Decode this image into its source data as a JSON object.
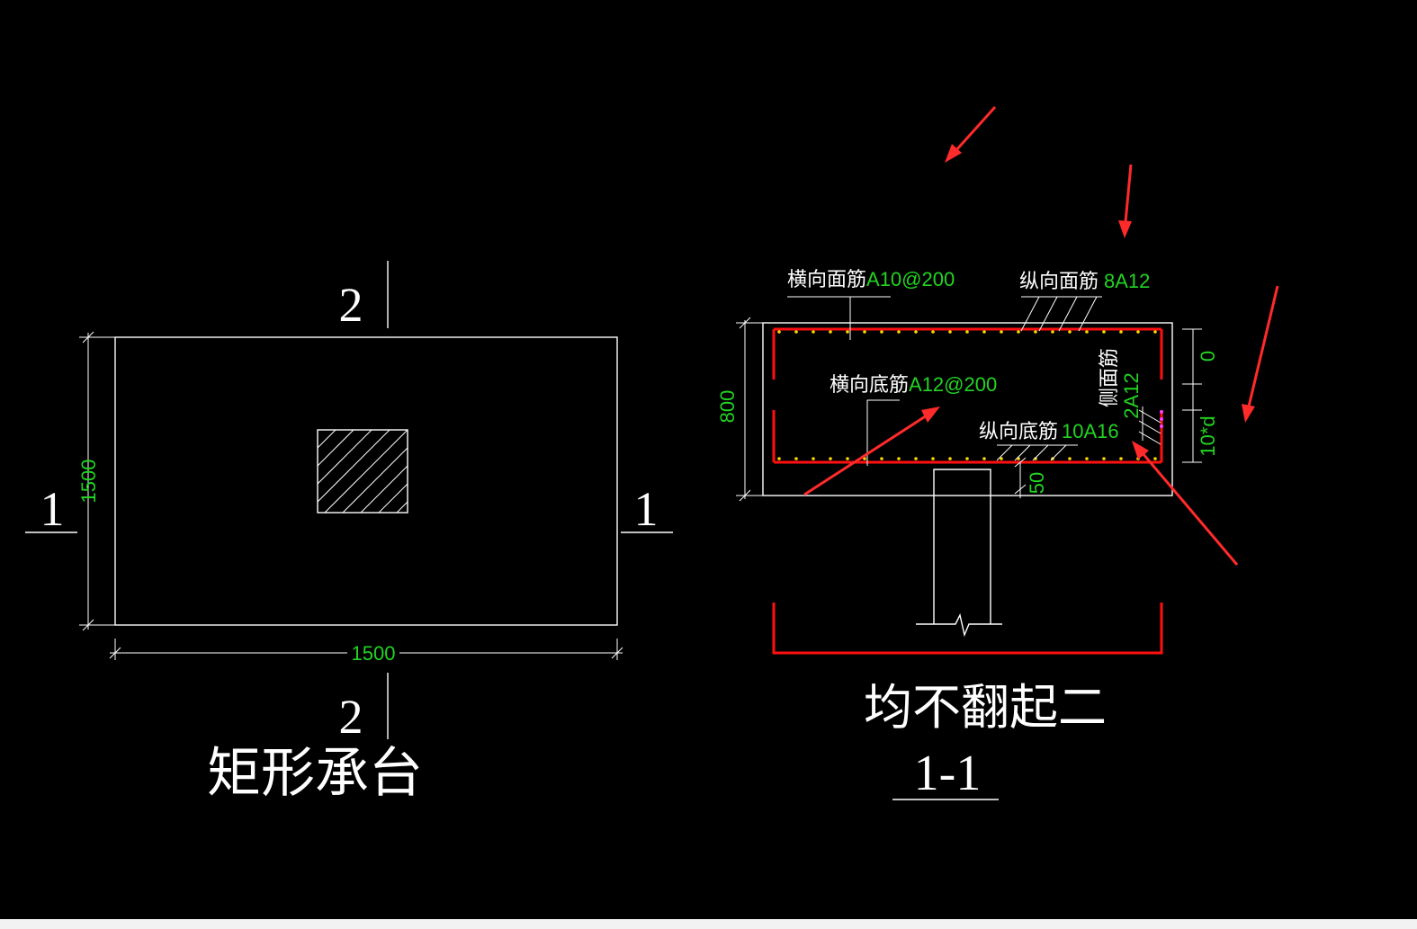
{
  "plan": {
    "title": "矩形承台",
    "dim_width": "1500",
    "dim_height": "1500",
    "section_1_label": "1",
    "section_2_label": "2"
  },
  "section": {
    "title_note": "均不翻起二",
    "title": "1-1",
    "dim_height": "800",
    "dim_top_cover": "0",
    "dim_side": "10*d",
    "dim_bottom": "50",
    "labels": {
      "top_transverse_name": "横向面筋",
      "top_transverse_spec": "A10@200",
      "top_longitudinal_name": "纵向面筋",
      "top_longitudinal_spec": "8A12",
      "bottom_transverse_name": "横向底筋",
      "bottom_transverse_spec": "A12@200",
      "bottom_longitudinal_name": "纵向底筋",
      "bottom_longitudinal_spec": "10A16",
      "side_name": "侧面筋",
      "side_spec": "2A12"
    }
  },
  "colors": {
    "background": "#000000",
    "line": "#ffffff",
    "dimension_text": "#22d422",
    "rebar": "#ff1010",
    "annotation_arrow": "#ff2a2a",
    "rebar_dot": "#ffd800"
  }
}
